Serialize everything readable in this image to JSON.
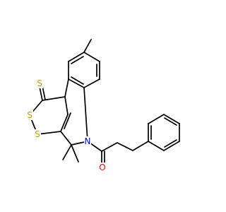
{
  "molecule": {
    "atoms": [
      {
        "id": "S1",
        "label": "S",
        "color": "#c8a000"
      },
      {
        "id": "S2",
        "label": "S",
        "color": "#c8a000"
      },
      {
        "id": "S3",
        "label": "S",
        "color": "#c8a000"
      },
      {
        "id": "N1",
        "label": "N",
        "color": "#0000ff"
      },
      {
        "id": "O1",
        "label": "O",
        "color": "#ff0000"
      }
    ]
  }
}
